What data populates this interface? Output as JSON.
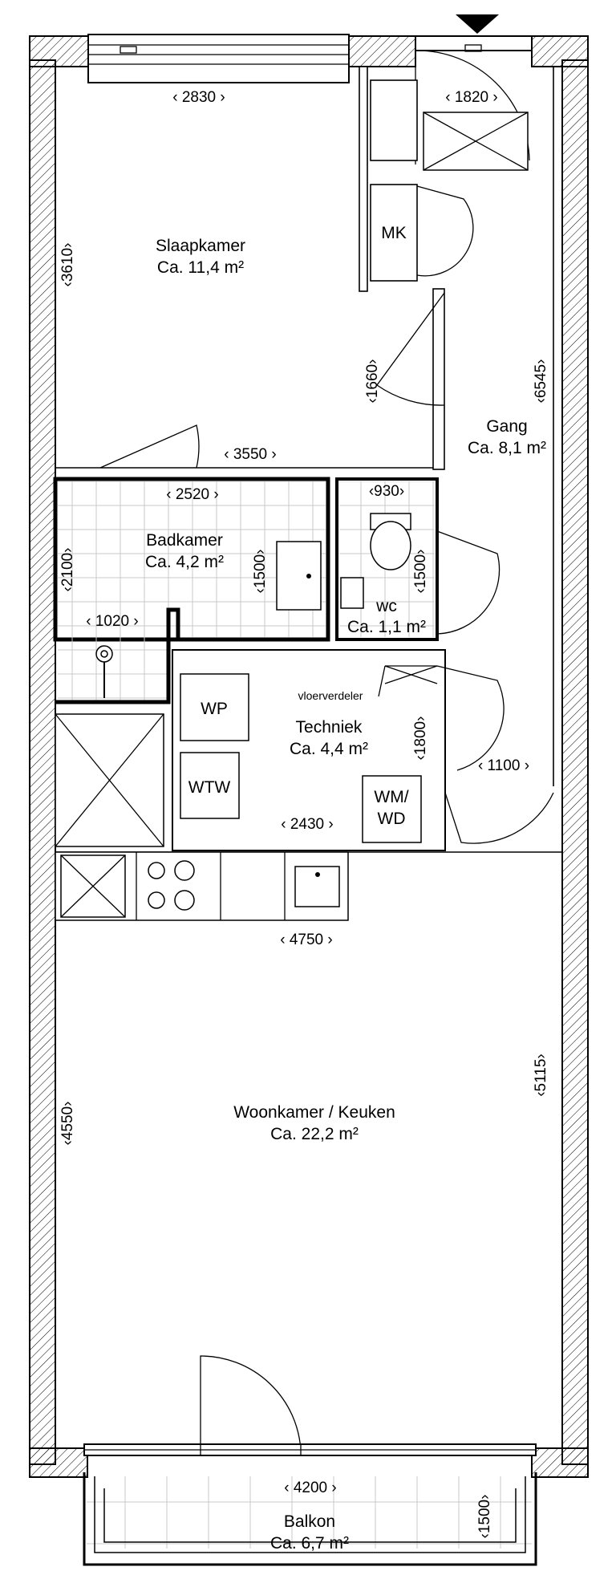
{
  "entrance_marker": "entrance-arrow",
  "rooms": {
    "slaapkamer": {
      "name": "Slaapkamer",
      "area": "Ca. 11,4 m²"
    },
    "gang": {
      "name": "Gang",
      "area": "Ca. 8,1 m²"
    },
    "badkamer": {
      "name": "Badkamer",
      "area": "Ca. 4,2 m²"
    },
    "wc": {
      "name": "wc",
      "area": "Ca. 1,1 m²"
    },
    "techniek": {
      "name": "Techniek",
      "area": "Ca. 4,4 m²"
    },
    "woonkamer": {
      "name": "Woonkamer / Keuken",
      "area": "Ca. 22,2 m²"
    },
    "balkon": {
      "name": "Balkon",
      "area": "Ca. 6,7 m²"
    }
  },
  "equipment": {
    "mk": "MK",
    "wp": "WP",
    "wtw": "WTW",
    "wm_line1": "WM/",
    "wm_line2": "WD",
    "vloerverdeler": "vloerverdeler"
  },
  "dimensions": {
    "slaapkamer_width": "‹ 2830 ›",
    "entry_width": "‹ 1820 ›",
    "slaapkamer_depth": "‹3610›",
    "slaapkamer_partition": "‹1660›",
    "gang_length": "‹6545›",
    "hall_width": "‹ 3550 ›",
    "badkamer_width": "‹ 2520 ›",
    "wc_width": "‹930›",
    "badkamer_depth": "‹2100›",
    "badkamer_inner": "‹1500›",
    "wc_depth": "‹1500›",
    "shower_width": "‹ 1020 ›",
    "techniek_depth": "‹1800›",
    "gang_width": "‹ 1100 ›",
    "techniek_width": "‹ 2430 ›",
    "woonkamer_width": "‹ 4750 ›",
    "woonkamer_depth": "‹4550›",
    "woonkamer_side": "‹5115›",
    "balkon_width": "‹ 4200 ›",
    "balkon_depth": "‹1500›"
  }
}
